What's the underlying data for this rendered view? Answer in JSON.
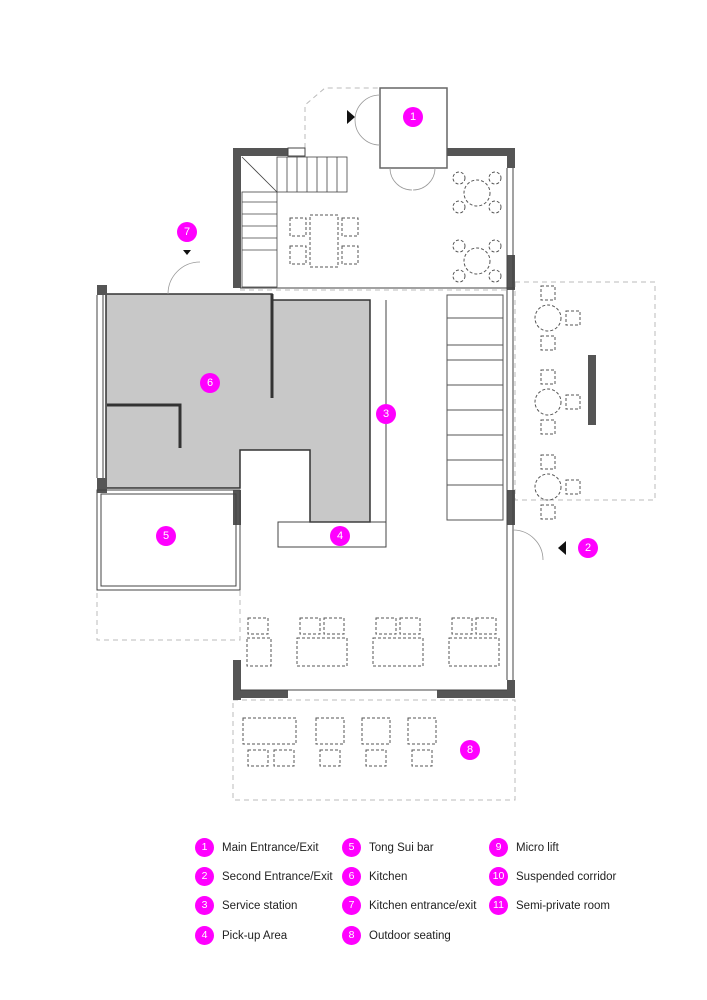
{
  "colors": {
    "accent": "#ff00ff",
    "wall": "#555555",
    "kitchen_fill": "#c8c8c8"
  },
  "markers": [
    {
      "num": "1"
    },
    {
      "num": "2"
    },
    {
      "num": "3"
    },
    {
      "num": "4"
    },
    {
      "num": "5"
    },
    {
      "num": "6"
    },
    {
      "num": "7"
    },
    {
      "num": "8"
    }
  ],
  "legend": [
    {
      "num": "1",
      "label": "Main Entrance/Exit"
    },
    {
      "num": "2",
      "label": "Second Entrance/Exit"
    },
    {
      "num": "3",
      "label": "Service station"
    },
    {
      "num": "4",
      "label": "Pick-up Area"
    },
    {
      "num": "5",
      "label": "Tong Sui bar"
    },
    {
      "num": "6",
      "label": "Kitchen"
    },
    {
      "num": "7",
      "label": "Kitchen entrance/exit"
    },
    {
      "num": "8",
      "label": "Outdoor seating"
    },
    {
      "num": "9",
      "label": "Micro lift"
    },
    {
      "num": "10",
      "label": "Suspended corridor"
    },
    {
      "num": "11",
      "label": "Semi-private room"
    }
  ]
}
